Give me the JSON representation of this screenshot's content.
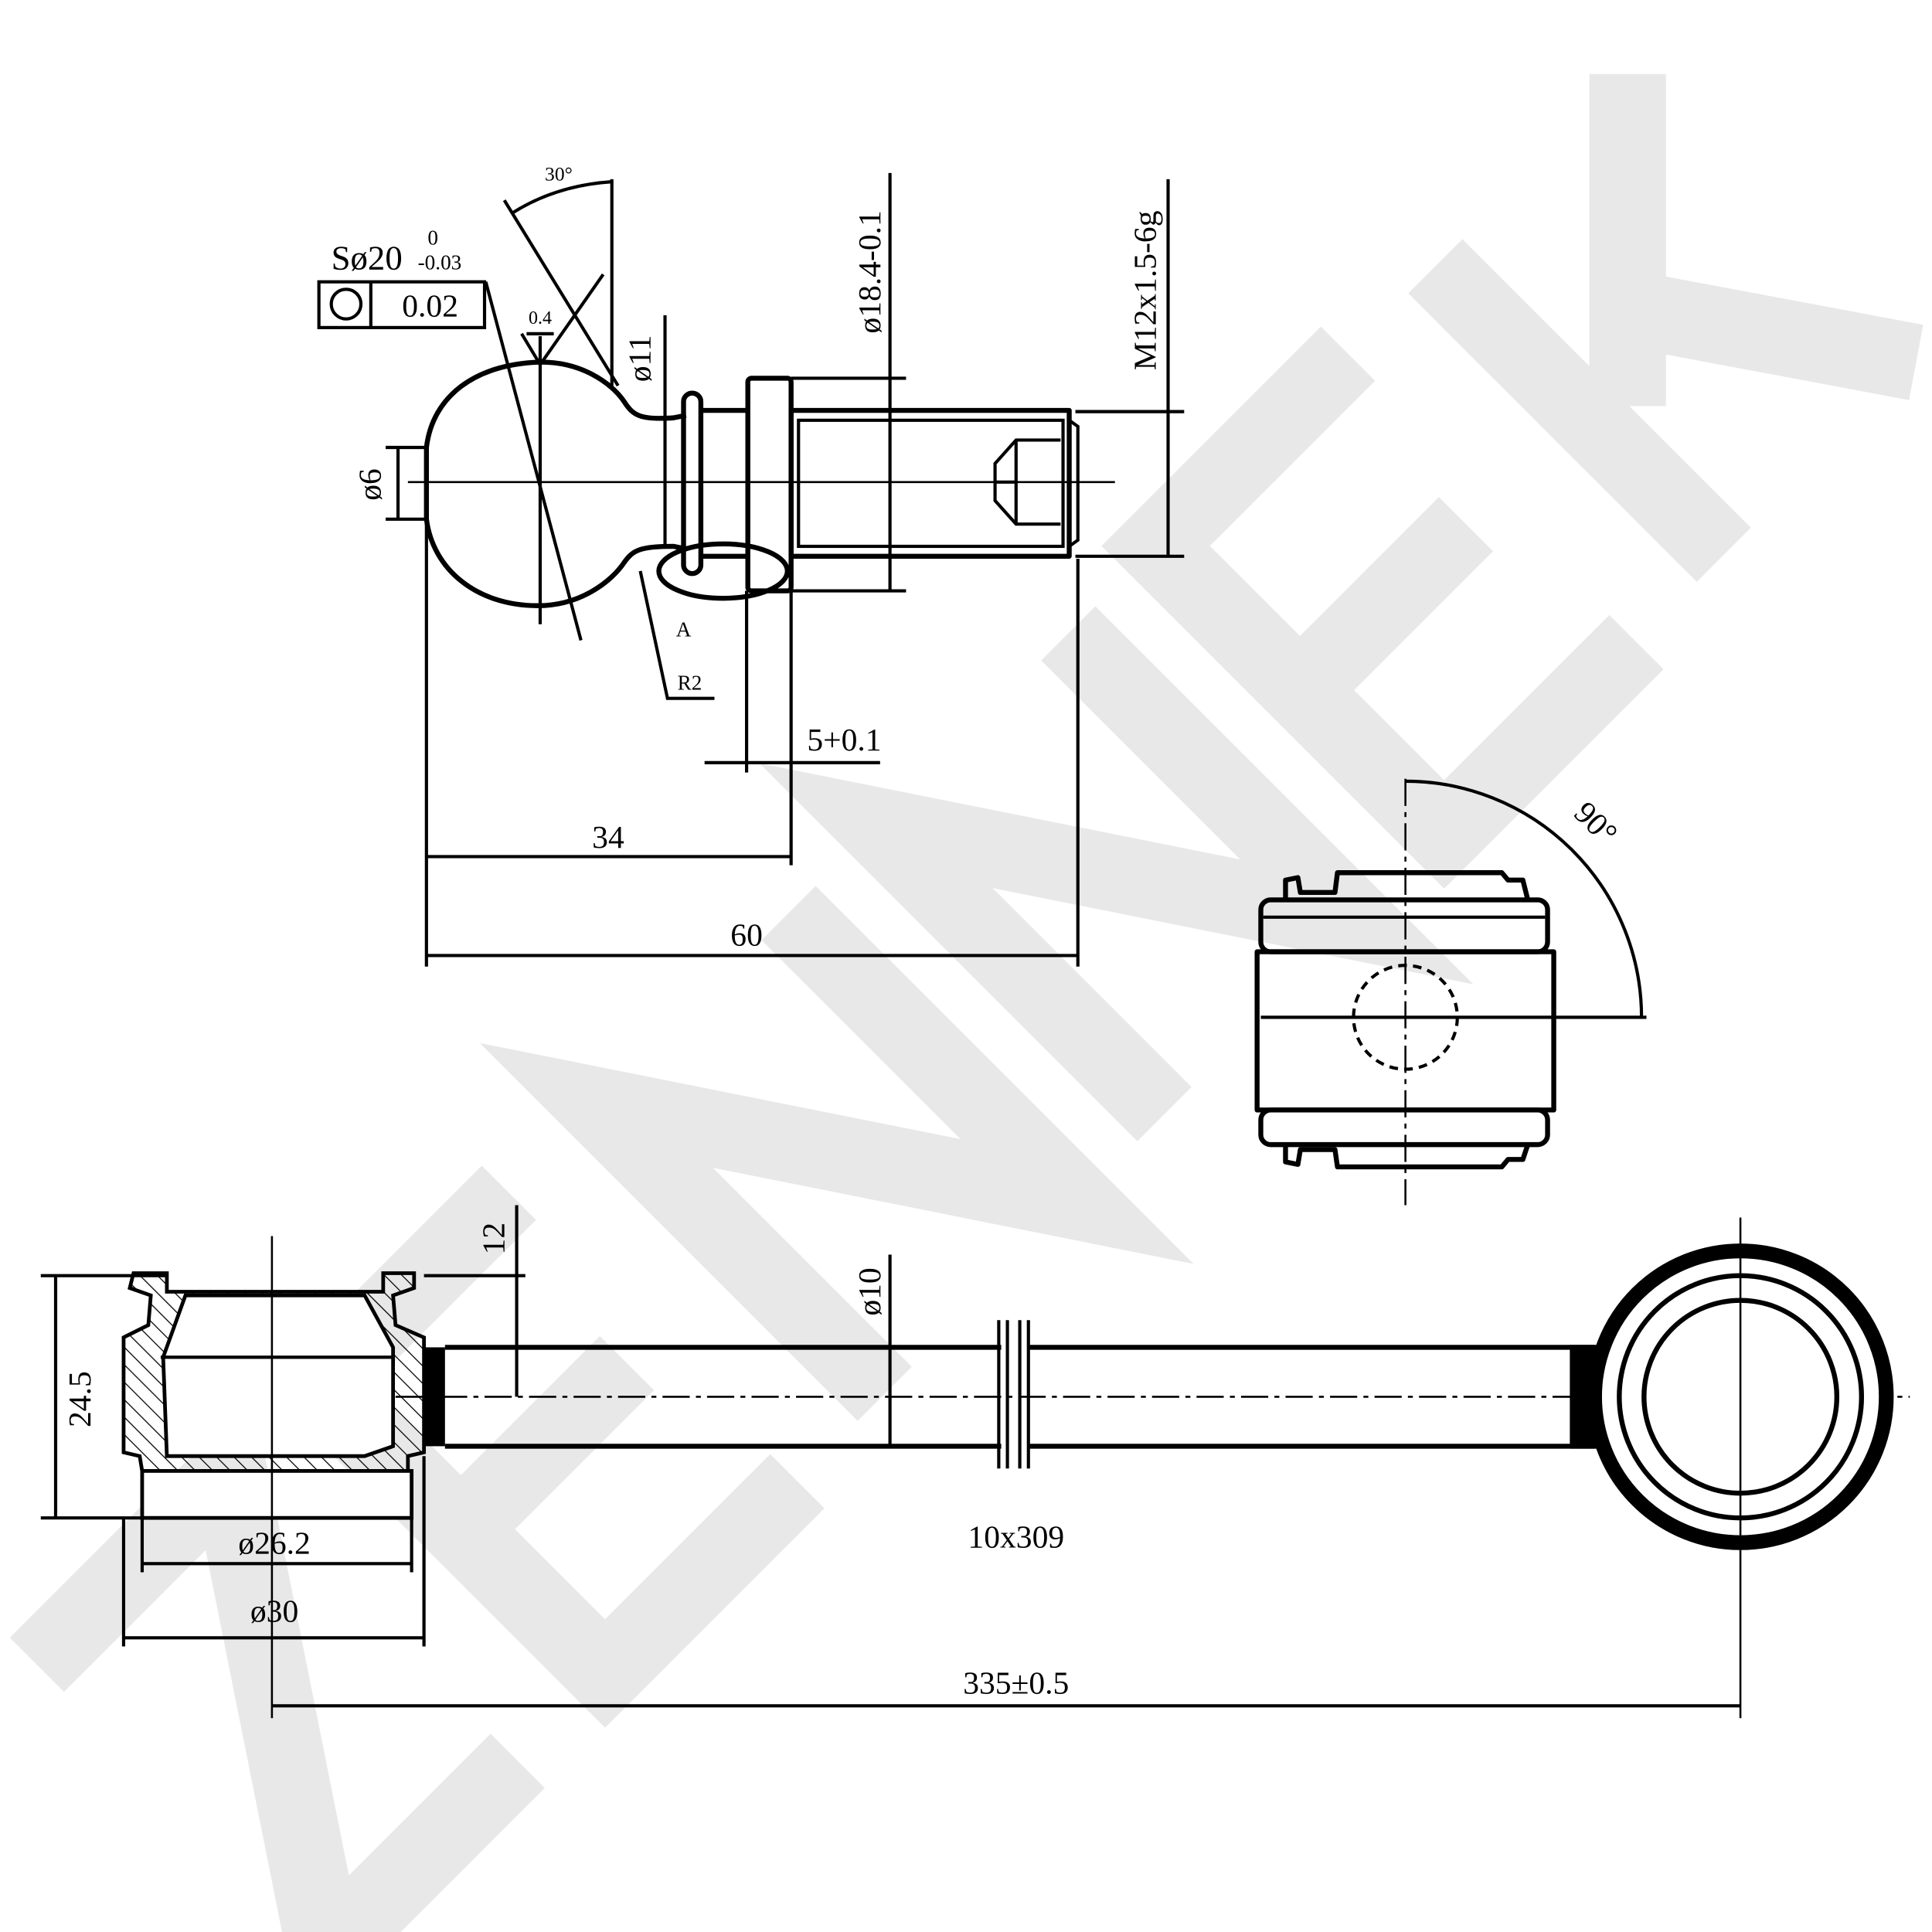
{
  "watermark": "ZENNEK",
  "ball_pin": {
    "sphere_diameter": "Sø20",
    "sphere_tol_upper": "0",
    "sphere_tol_lower": "-0.03",
    "circularity_value": "0.02",
    "roughness": "0.4",
    "angle": "30°",
    "neck_diameter": "ø11",
    "tip_diameter": "ø6",
    "flange_diameter": "ø18.4-0.1",
    "thread": "M12x1.5-6g",
    "detail_label": "A",
    "radius": "R2",
    "flange_thickness": "5+0.1",
    "length_to_flange": "34",
    "total_length": "60"
  },
  "side_view": {
    "rotation_angle": "90°"
  },
  "link_rod": {
    "socket_height": "24.5",
    "inner_diameter": "ø26.2",
    "outer_diameter": "ø30",
    "offset": "12",
    "rod_diameter": "ø10",
    "rod_size": "10x309",
    "center_distance": "335±0.5"
  },
  "colors": {
    "line": "#000000",
    "watermark": "#e8e8e8"
  }
}
